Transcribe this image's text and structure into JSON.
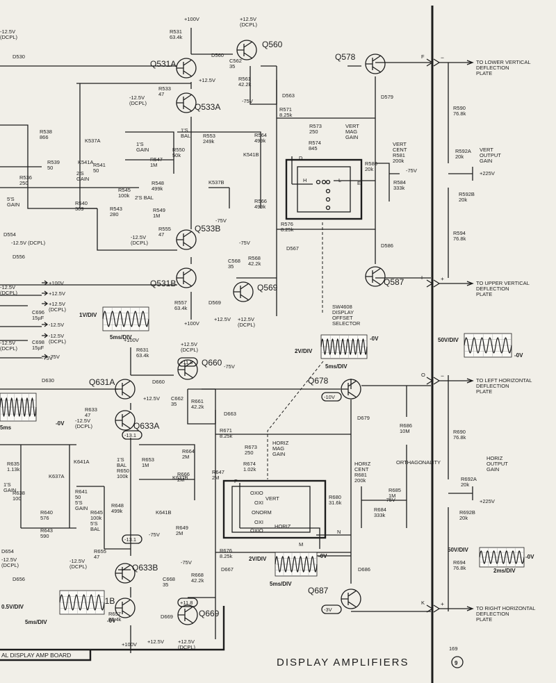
{
  "title": "DISPLAY AMPLIFIERS",
  "page_number": "169",
  "diagram_number": "9",
  "board_label": "AL DISPLAY AMP BOARD",
  "outputs": [
    {
      "key": "f",
      "pin": "F",
      "sign": "−",
      "label": "TO LOWER VERTICAL\nDEFLECTION\nPLATE"
    },
    {
      "key": "i",
      "pin": "I",
      "sign": "+",
      "label": "TO UPPER VERTICAL\nDEFLECTION\nPLATE"
    },
    {
      "key": "o",
      "pin": "O",
      "sign": "−",
      "label": "TO LEFT HORIZONTAL\nDEFLECTION\nPLATE"
    },
    {
      "key": "k",
      "pin": "K",
      "sign": "+",
      "label": "TO RIGHT HORIZONTAL\nDEFLECTION\nPLATE"
    }
  ],
  "supply_rails": [
    {
      "key": "r1",
      "label": "+100V"
    },
    {
      "key": "r2",
      "label": "+12.5V"
    },
    {
      "key": "r3",
      "label": "+12.5V\n(DCPL)"
    },
    {
      "key": "r4",
      "label": "-12.5V"
    },
    {
      "key": "r5",
      "label": "-12.5V\n(DCPL)"
    },
    {
      "key": "r6",
      "label": "-75V"
    }
  ],
  "transistors": [
    {
      "key": "q531a",
      "label": "Q531A"
    },
    {
      "key": "q533a",
      "label": "Q533A"
    },
    {
      "key": "q560",
      "label": "Q560"
    },
    {
      "key": "q578",
      "label": "Q578"
    },
    {
      "key": "q533b",
      "label": "Q533B"
    },
    {
      "key": "q531b",
      "label": "Q531B"
    },
    {
      "key": "q569",
      "label": "Q569"
    },
    {
      "key": "q587",
      "label": "Q587"
    },
    {
      "key": "q631a",
      "label": "Q631A"
    },
    {
      "key": "q633a",
      "label": "Q633A"
    },
    {
      "key": "q660",
      "label": "Q660"
    },
    {
      "key": "q678",
      "label": "Q678"
    },
    {
      "key": "q633b",
      "label": "Q633B"
    },
    {
      "key": "q631b",
      "label": "Q631B"
    },
    {
      "key": "q669",
      "label": "Q669"
    },
    {
      "key": "q687",
      "label": "Q687"
    }
  ],
  "components": [
    {
      "key": "c01",
      "label": "+100V"
    },
    {
      "key": "c02",
      "label": "R531\n63.4k"
    },
    {
      "key": "c03",
      "label": "+12.5V\n(DCPL)"
    },
    {
      "key": "c04",
      "label": "D560"
    },
    {
      "key": "c05",
      "label": "C562\n35"
    },
    {
      "key": "c06",
      "label": "R561\n42.2k"
    },
    {
      "key": "c07",
      "label": "+12.5V"
    },
    {
      "key": "c08",
      "label": "-75V"
    },
    {
      "key": "c09",
      "label": "-12.5V\n(DCPL)"
    },
    {
      "key": "c10",
      "label": "D530"
    },
    {
      "key": "c11",
      "label": "-12.5V\n(DCPL)"
    },
    {
      "key": "c12",
      "label": "R533\n47"
    },
    {
      "key": "c13",
      "label": "D563"
    },
    {
      "key": "c14",
      "label": "D579"
    },
    {
      "key": "c15",
      "label": "R590\n76.8k"
    },
    {
      "key": "c16",
      "label": "R571\n8.25k"
    },
    {
      "key": "c17",
      "label": "R573\n250"
    },
    {
      "key": "c18",
      "label": "VERT\nMAG\nGAIN"
    },
    {
      "key": "c19",
      "label": "R564\n499k"
    },
    {
      "key": "c20",
      "label": "R574\n845"
    },
    {
      "key": "c21",
      "label": "R538\n866"
    },
    {
      "key": "c22",
      "label": "K537A"
    },
    {
      "key": "c23",
      "label": "1'S\nGAIN"
    },
    {
      "key": "c24",
      "label": "1'S\nBAL"
    },
    {
      "key": "c25",
      "label": "R553\n249k"
    },
    {
      "key": "c26",
      "label": "K541B"
    },
    {
      "key": "c27",
      "label": "R550\n50k"
    },
    {
      "key": "c28",
      "label": "R539\n50"
    },
    {
      "key": "c29",
      "label": "K541A"
    },
    {
      "key": "c30",
      "label": "R541\n50"
    },
    {
      "key": "c31",
      "label": "2'S\nGAIN"
    },
    {
      "key": "c32",
      "label": "R547\n1M"
    },
    {
      "key": "c33",
      "label": "R548\n499k"
    },
    {
      "key": "c34",
      "label": "R545\n100k"
    },
    {
      "key": "c35",
      "label": "2'S BAL"
    },
    {
      "key": "c36",
      "label": "R549\n1M"
    },
    {
      "key": "c37",
      "label": "K537B"
    },
    {
      "key": "c38",
      "label": "-75V"
    },
    {
      "key": "c39",
      "label": "R566\n499k"
    },
    {
      "key": "c40",
      "label": "R536\n250"
    },
    {
      "key": "c41",
      "label": "5'S\nGAIN"
    },
    {
      "key": "c42",
      "label": "R540\n309"
    },
    {
      "key": "c43",
      "label": "R543\n280"
    },
    {
      "key": "c44",
      "label": "R580\n20k"
    },
    {
      "key": "c45",
      "label": "VERT\nCENT\nR581\n200k"
    },
    {
      "key": "c46",
      "label": "R584\n333k"
    },
    {
      "key": "c47",
      "label": "-75V"
    },
    {
      "key": "c48",
      "label": "R592A\n20k"
    },
    {
      "key": "c49",
      "label": "VERT\nOUTPUT\nGAIN"
    },
    {
      "key": "c50",
      "label": "+225V"
    },
    {
      "key": "c51",
      "label": "R592B\n20k"
    },
    {
      "key": "c52",
      "label": "R594\n76.8k"
    },
    {
      "key": "c53",
      "label": "R576\n8.25k"
    },
    {
      "key": "c54",
      "label": "D567"
    },
    {
      "key": "c55",
      "label": "D586"
    },
    {
      "key": "c56",
      "label": "D554"
    },
    {
      "key": "c57",
      "label": "-12.5V (DCPL)"
    },
    {
      "key": "c58",
      "label": "D556"
    },
    {
      "key": "c59",
      "label": "R555\n47"
    },
    {
      "key": "c60",
      "label": "-12.5V\n(DCPL)"
    },
    {
      "key": "c61",
      "label": "-75V"
    },
    {
      "key": "c62",
      "label": "R568\n42.2k"
    },
    {
      "key": "c63",
      "label": "C568\n35"
    },
    {
      "key": "c64",
      "label": "R557\n63.4k"
    },
    {
      "key": "c65",
      "label": "D569"
    },
    {
      "key": "c66",
      "label": "+100V"
    },
    {
      "key": "c67",
      "label": "+12.5V"
    },
    {
      "key": "c68",
      "label": "+12.5V\n(DCPL)"
    },
    {
      "key": "c69",
      "label": "SW4608\nDISPLAY\nOFFSET\nSELECTOR"
    },
    {
      "key": "c70",
      "label": "C696\n15µF"
    },
    {
      "key": "c71",
      "label": "C698\n15µF"
    },
    {
      "key": "c72",
      "label": "D630"
    },
    {
      "key": "c73",
      "label": "+100V"
    },
    {
      "key": "c74",
      "label": "R631\n63.4k"
    },
    {
      "key": "c75",
      "label": "+12.5V\n(DCPL)"
    },
    {
      "key": "c76",
      "label": "D660"
    },
    {
      "key": "c77",
      "label": "+12.5V"
    },
    {
      "key": "c78",
      "label": "C662\n35"
    },
    {
      "key": "c79",
      "label": "R661\n42.2k"
    },
    {
      "key": "c80",
      "label": "-75V"
    },
    {
      "key": "c81",
      "label": "R633\n47"
    },
    {
      "key": "c82",
      "label": "-12.5V\n(DCPL)"
    },
    {
      "key": "c83",
      "label": "D663"
    },
    {
      "key": "c84",
      "label": "D679"
    },
    {
      "key": "c85",
      "label": "R686\n10M"
    },
    {
      "key": "c86",
      "label": "R690\n76.8k"
    },
    {
      "key": "c87",
      "label": "R671\n8.25k"
    },
    {
      "key": "c88",
      "label": "R673\n250"
    },
    {
      "key": "c89",
      "label": "HORIZ\nMAG\nGAIN"
    },
    {
      "key": "c90",
      "label": "R674\n1.02k"
    },
    {
      "key": "c91",
      "label": "R635\n1.13k"
    },
    {
      "key": "c92",
      "label": "1'S\nGAIN"
    },
    {
      "key": "c93",
      "label": "R638\n100"
    },
    {
      "key": "c94",
      "label": "K637A"
    },
    {
      "key": "c95",
      "label": "K641A"
    },
    {
      "key": "c96",
      "label": "R641\n50\n5'S\nGAIN"
    },
    {
      "key": "c97",
      "label": "R640\n576"
    },
    {
      "key": "c98",
      "label": "R643\n590"
    },
    {
      "key": "c99",
      "label": "1'S\nBAL\nR650\n100k"
    },
    {
      "key": "c100",
      "label": "R653\n1M"
    },
    {
      "key": "c101",
      "label": "K637B"
    },
    {
      "key": "c102",
      "label": "R664\n2M"
    },
    {
      "key": "c103",
      "label": "R666\n2M"
    },
    {
      "key": "c104",
      "label": "R647\n2M"
    },
    {
      "key": "c105",
      "label": "R648\n499k"
    },
    {
      "key": "c106",
      "label": "R645\n100k\n5'S\nBAL"
    },
    {
      "key": "c107",
      "label": "K641B"
    },
    {
      "key": "c108",
      "label": "R649\n2M"
    },
    {
      "key": "c109",
      "label": "-75V"
    },
    {
      "key": "c110",
      "label": "HORIZ\nCENT\nR681\n200k"
    },
    {
      "key": "c111",
      "label": "R680\n31.6k"
    },
    {
      "key": "c112",
      "label": "R684\n333k"
    },
    {
      "key": "c113",
      "label": "-75V"
    },
    {
      "key": "c114",
      "label": "R685\n1M"
    },
    {
      "key": "c115",
      "label": "ORTHAGONALITY"
    },
    {
      "key": "c116",
      "label": "HORIZ\nOUTPUT\nGAIN"
    },
    {
      "key": "c117",
      "label": "R692A\n20k"
    },
    {
      "key": "c118",
      "label": "+225V"
    },
    {
      "key": "c119",
      "label": "R692B\n20k"
    },
    {
      "key": "c120",
      "label": "R694\n76.8k"
    },
    {
      "key": "c121",
      "label": "R676\n8.25k"
    },
    {
      "key": "c122",
      "label": "D667"
    },
    {
      "key": "c123",
      "label": "D686"
    },
    {
      "key": "c124",
      "label": "R655\n47"
    },
    {
      "key": "c125",
      "label": "-12.5V\n(DCPL)"
    },
    {
      "key": "c126",
      "label": "D654"
    },
    {
      "key": "c127",
      "label": "-12.5V\n(DCPL)"
    },
    {
      "key": "c128",
      "label": "D656"
    },
    {
      "key": "c129",
      "label": "-75V"
    },
    {
      "key": "c130",
      "label": "C668\n35"
    },
    {
      "key": "c131",
      "label": "R668\n42.2k"
    },
    {
      "key": "c132",
      "label": "R657\n63.4k"
    },
    {
      "key": "c133",
      "label": "D669"
    },
    {
      "key": "c134",
      "label": "+100V"
    },
    {
      "key": "c135",
      "label": "+12.5V"
    },
    {
      "key": "c136",
      "label": "+12.5V\n(DCPL)"
    },
    {
      "key": "c137",
      "label": "-12.5V\n(DCPL)"
    },
    {
      "key": "c138",
      "label": "-12.5V\n(DCPL)"
    },
    {
      "key": "c139",
      "label": "-75V"
    }
  ],
  "voltage_marks": [
    {
      "key": "v1",
      "label": "+11.8"
    },
    {
      "key": "v2",
      "label": "-13.1"
    },
    {
      "key": "v3",
      "label": "-13.1"
    },
    {
      "key": "v4",
      "label": "+11.8"
    },
    {
      "key": "v5",
      "label": "-10V"
    },
    {
      "key": "v6",
      "label": "-3V"
    }
  ],
  "switch_positions": [
    {
      "key": "s1",
      "label": "OXIO"
    },
    {
      "key": "s2",
      "label": "OXI"
    },
    {
      "key": "s3",
      "label": "VERT"
    },
    {
      "key": "s4",
      "label": "ONORM"
    },
    {
      "key": "s5",
      "label": "OXI"
    },
    {
      "key": "s6",
      "label": "OXIO"
    },
    {
      "key": "s7",
      "label": "HORIZ"
    },
    {
      "key": "s8",
      "label": "M"
    },
    {
      "key": "s9",
      "label": "N"
    },
    {
      "key": "s10",
      "label": "P"
    },
    {
      "key": "s11",
      "label": "D"
    },
    {
      "key": "s12",
      "label": "H"
    },
    {
      "key": "s13",
      "label": "E"
    },
    {
      "key": "s14",
      "label": "L"
    }
  ],
  "waveforms": [
    {
      "key": "w1",
      "vdiv": "1V/DIV",
      "time": "5ms/DIV",
      "level": ""
    },
    {
      "key": "w2",
      "vdiv": "2V/DIV",
      "time": "5ms/DIV",
      "level": "-0V"
    },
    {
      "key": "w3",
      "vdiv": "50V/DIV",
      "time": "",
      "level": "-0V"
    },
    {
      "key": "w4",
      "vdiv": "",
      "time": "5ms",
      "level": "-0V"
    },
    {
      "key": "w5",
      "vdiv": "2V/DIV",
      "time": "5ms/DIV",
      "level": "-0V"
    },
    {
      "key": "w6",
      "vdiv": "50V/DIV",
      "time": "2ms/DIV",
      "level": "-0V"
    },
    {
      "key": "w7",
      "vdiv": "0.5V/DIV",
      "time": "5ms/DIV",
      "level": "-0V"
    }
  ]
}
